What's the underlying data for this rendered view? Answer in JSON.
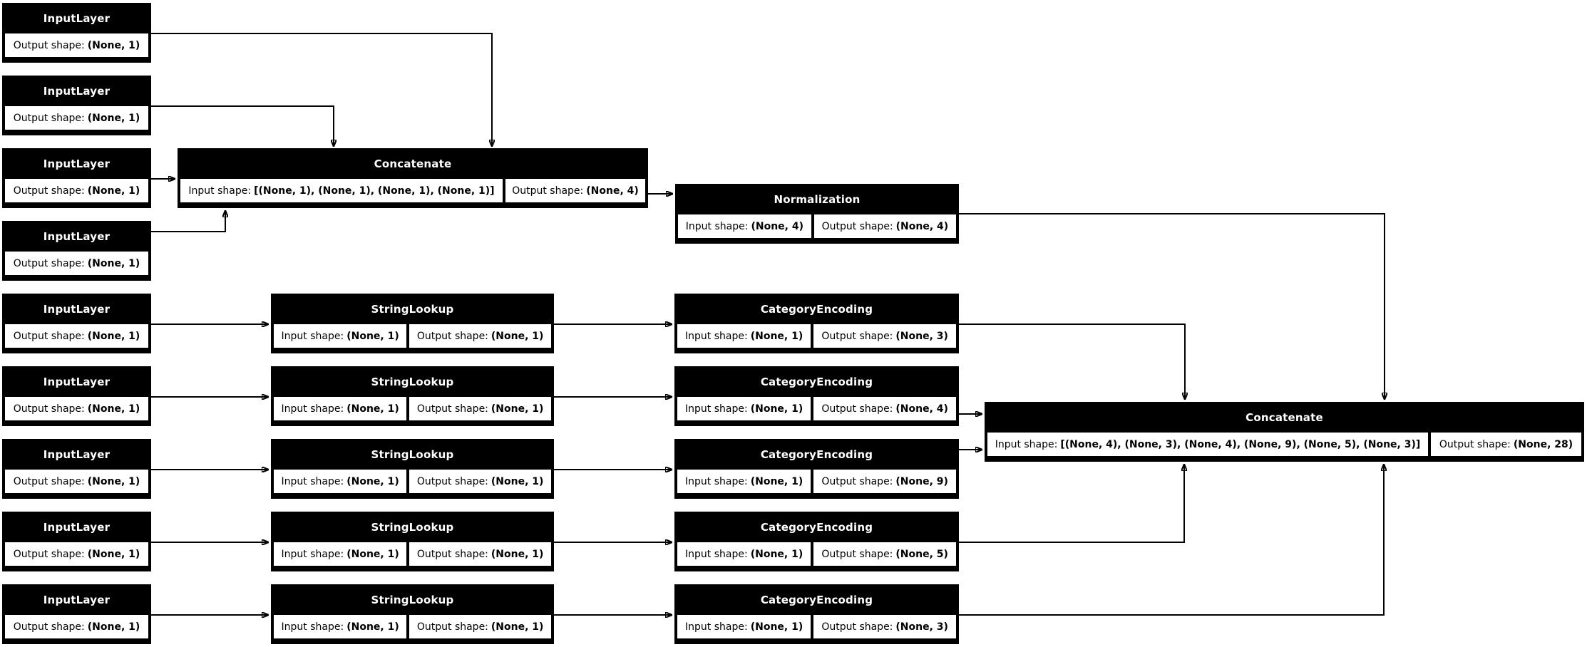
{
  "diagram_type": "keras-model-architecture-graph",
  "colors": {
    "background": "#ffffff",
    "node_header_bg": "#000000",
    "node_header_text": "#ffffff",
    "cell_bg": "#ffffff",
    "cell_text": "#000000",
    "edge": "#000000"
  },
  "nodes": [
    {
      "id": "input_1",
      "title": "InputLayer",
      "cells": [
        {
          "label": "Output shape:",
          "value": "(None, 1)"
        }
      ]
    },
    {
      "id": "input_2",
      "title": "InputLayer",
      "cells": [
        {
          "label": "Output shape:",
          "value": "(None, 1)"
        }
      ]
    },
    {
      "id": "input_3",
      "title": "InputLayer",
      "cells": [
        {
          "label": "Output shape:",
          "value": "(None, 1)"
        }
      ]
    },
    {
      "id": "input_4",
      "title": "InputLayer",
      "cells": [
        {
          "label": "Output shape:",
          "value": "(None, 1)"
        }
      ]
    },
    {
      "id": "input_5",
      "title": "InputLayer",
      "cells": [
        {
          "label": "Output shape:",
          "value": "(None, 1)"
        }
      ]
    },
    {
      "id": "input_6",
      "title": "InputLayer",
      "cells": [
        {
          "label": "Output shape:",
          "value": "(None, 1)"
        }
      ]
    },
    {
      "id": "input_7",
      "title": "InputLayer",
      "cells": [
        {
          "label": "Output shape:",
          "value": "(None, 1)"
        }
      ]
    },
    {
      "id": "input_8",
      "title": "InputLayer",
      "cells": [
        {
          "label": "Output shape:",
          "value": "(None, 1)"
        }
      ]
    },
    {
      "id": "input_9",
      "title": "InputLayer",
      "cells": [
        {
          "label": "Output shape:",
          "value": "(None, 1)"
        }
      ]
    },
    {
      "id": "concatenate_1",
      "title": "Concatenate",
      "cells": [
        {
          "label": "Input shape:",
          "value": "[(None, 1), (None, 1), (None, 1), (None, 1)]"
        },
        {
          "label": "Output shape:",
          "value": "(None, 4)"
        }
      ]
    },
    {
      "id": "normalization",
      "title": "Normalization",
      "cells": [
        {
          "label": "Input shape:",
          "value": "(None, 4)"
        },
        {
          "label": "Output shape:",
          "value": "(None, 4)"
        }
      ]
    },
    {
      "id": "string_lookup_1",
      "title": "StringLookup",
      "cells": [
        {
          "label": "Input shape:",
          "value": "(None, 1)"
        },
        {
          "label": "Output shape:",
          "value": "(None, 1)"
        }
      ]
    },
    {
      "id": "string_lookup_2",
      "title": "StringLookup",
      "cells": [
        {
          "label": "Input shape:",
          "value": "(None, 1)"
        },
        {
          "label": "Output shape:",
          "value": "(None, 1)"
        }
      ]
    },
    {
      "id": "string_lookup_3",
      "title": "StringLookup",
      "cells": [
        {
          "label": "Input shape:",
          "value": "(None, 1)"
        },
        {
          "label": "Output shape:",
          "value": "(None, 1)"
        }
      ]
    },
    {
      "id": "string_lookup_4",
      "title": "StringLookup",
      "cells": [
        {
          "label": "Input shape:",
          "value": "(None, 1)"
        },
        {
          "label": "Output shape:",
          "value": "(None, 1)"
        }
      ]
    },
    {
      "id": "string_lookup_5",
      "title": "StringLookup",
      "cells": [
        {
          "label": "Input shape:",
          "value": "(None, 1)"
        },
        {
          "label": "Output shape:",
          "value": "(None, 1)"
        }
      ]
    },
    {
      "id": "category_encoding_1",
      "title": "CategoryEncoding",
      "cells": [
        {
          "label": "Input shape:",
          "value": "(None, 1)"
        },
        {
          "label": "Output shape:",
          "value": "(None, 3)"
        }
      ]
    },
    {
      "id": "category_encoding_2",
      "title": "CategoryEncoding",
      "cells": [
        {
          "label": "Input shape:",
          "value": "(None, 1)"
        },
        {
          "label": "Output shape:",
          "value": "(None, 4)"
        }
      ]
    },
    {
      "id": "category_encoding_3",
      "title": "CategoryEncoding",
      "cells": [
        {
          "label": "Input shape:",
          "value": "(None, 1)"
        },
        {
          "label": "Output shape:",
          "value": "(None, 9)"
        }
      ]
    },
    {
      "id": "category_encoding_4",
      "title": "CategoryEncoding",
      "cells": [
        {
          "label": "Input shape:",
          "value": "(None, 1)"
        },
        {
          "label": "Output shape:",
          "value": "(None, 5)"
        }
      ]
    },
    {
      "id": "category_encoding_5",
      "title": "CategoryEncoding",
      "cells": [
        {
          "label": "Input shape:",
          "value": "(None, 1)"
        },
        {
          "label": "Output shape:",
          "value": "(None, 3)"
        }
      ]
    },
    {
      "id": "concatenate_2",
      "title": "Concatenate",
      "cells": [
        {
          "label": "Input shape:",
          "value": "[(None, 4), (None, 3), (None, 4), (None, 9), (None, 5), (None, 3)]"
        },
        {
          "label": "Output shape:",
          "value": "(None, 28)"
        }
      ]
    }
  ],
  "edges": [
    {
      "from": "input_1",
      "to": "concatenate_1"
    },
    {
      "from": "input_2",
      "to": "concatenate_1"
    },
    {
      "from": "input_3",
      "to": "concatenate_1"
    },
    {
      "from": "input_4",
      "to": "concatenate_1"
    },
    {
      "from": "concatenate_1",
      "to": "normalization"
    },
    {
      "from": "normalization",
      "to": "concatenate_2"
    },
    {
      "from": "input_5",
      "to": "string_lookup_1"
    },
    {
      "from": "input_6",
      "to": "string_lookup_2"
    },
    {
      "from": "input_7",
      "to": "string_lookup_3"
    },
    {
      "from": "input_8",
      "to": "string_lookup_4"
    },
    {
      "from": "input_9",
      "to": "string_lookup_5"
    },
    {
      "from": "string_lookup_1",
      "to": "category_encoding_1"
    },
    {
      "from": "string_lookup_2",
      "to": "category_encoding_2"
    },
    {
      "from": "string_lookup_3",
      "to": "category_encoding_3"
    },
    {
      "from": "string_lookup_4",
      "to": "category_encoding_4"
    },
    {
      "from": "string_lookup_5",
      "to": "category_encoding_5"
    },
    {
      "from": "category_encoding_1",
      "to": "concatenate_2"
    },
    {
      "from": "category_encoding_2",
      "to": "concatenate_2"
    },
    {
      "from": "category_encoding_3",
      "to": "concatenate_2"
    },
    {
      "from": "category_encoding_4",
      "to": "concatenate_2"
    },
    {
      "from": "category_encoding_5",
      "to": "concatenate_2"
    }
  ]
}
